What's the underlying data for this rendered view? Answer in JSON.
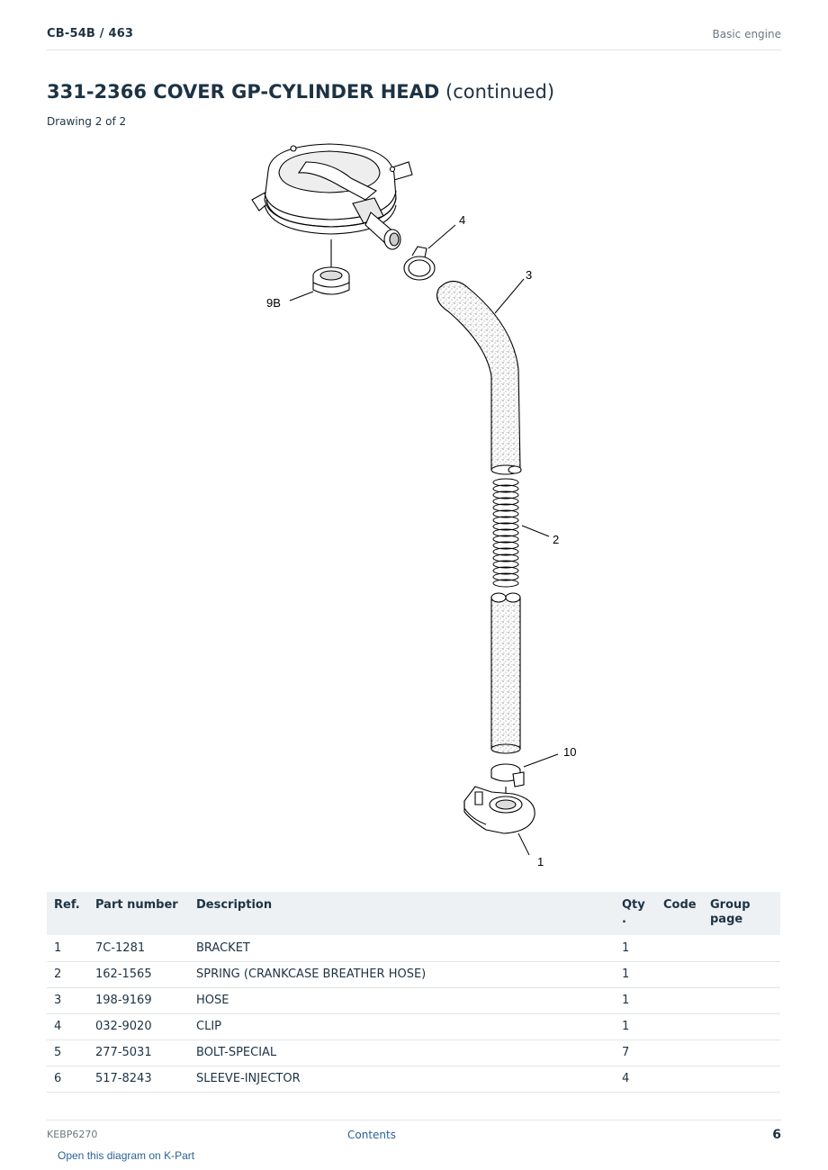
{
  "header": {
    "doc_ref": "CB-54B  /  463",
    "section": "Basic engine"
  },
  "title": {
    "main": "331-2366 COVER GP-CYLINDER HEAD",
    "suffix": " (continued)",
    "drawing_label": "Drawing 2 of 2"
  },
  "drawing": {
    "callouts": {
      "c4": "4",
      "c3": "3",
      "c9b": "9B",
      "c2": "2",
      "c10": "10",
      "c1": "1"
    }
  },
  "table": {
    "headers": {
      "ref": "Ref.",
      "part_number": "Part number",
      "description": "Description",
      "qty": "Qty\n.",
      "code": "Code",
      "group_page": "Group\npage"
    },
    "rows": [
      {
        "ref": "1",
        "part": "7C-1281",
        "desc": "BRACKET",
        "qty": "1",
        "code": "",
        "group": ""
      },
      {
        "ref": "2",
        "part": "162-1565",
        "desc": "SPRING (CRANKCASE BREATHER HOSE)",
        "qty": "1",
        "code": "",
        "group": ""
      },
      {
        "ref": "3",
        "part": "198-9169",
        "desc": "HOSE",
        "qty": "1",
        "code": "",
        "group": ""
      },
      {
        "ref": "4",
        "part": "032-9020",
        "desc": "CLIP",
        "qty": "1",
        "code": "",
        "group": ""
      },
      {
        "ref": "5",
        "part": "277-5031",
        "desc": "BOLT-SPECIAL",
        "qty": "7",
        "code": "",
        "group": ""
      },
      {
        "ref": "6",
        "part": "517-8243",
        "desc": "SLEEVE-INJECTOR",
        "qty": "4",
        "code": "",
        "group": ""
      }
    ]
  },
  "footer": {
    "doc_id": "KEBP6270",
    "contents_link": "Contents",
    "page_number": "6",
    "open_diagram_link": "Open this diagram on K-Part"
  }
}
